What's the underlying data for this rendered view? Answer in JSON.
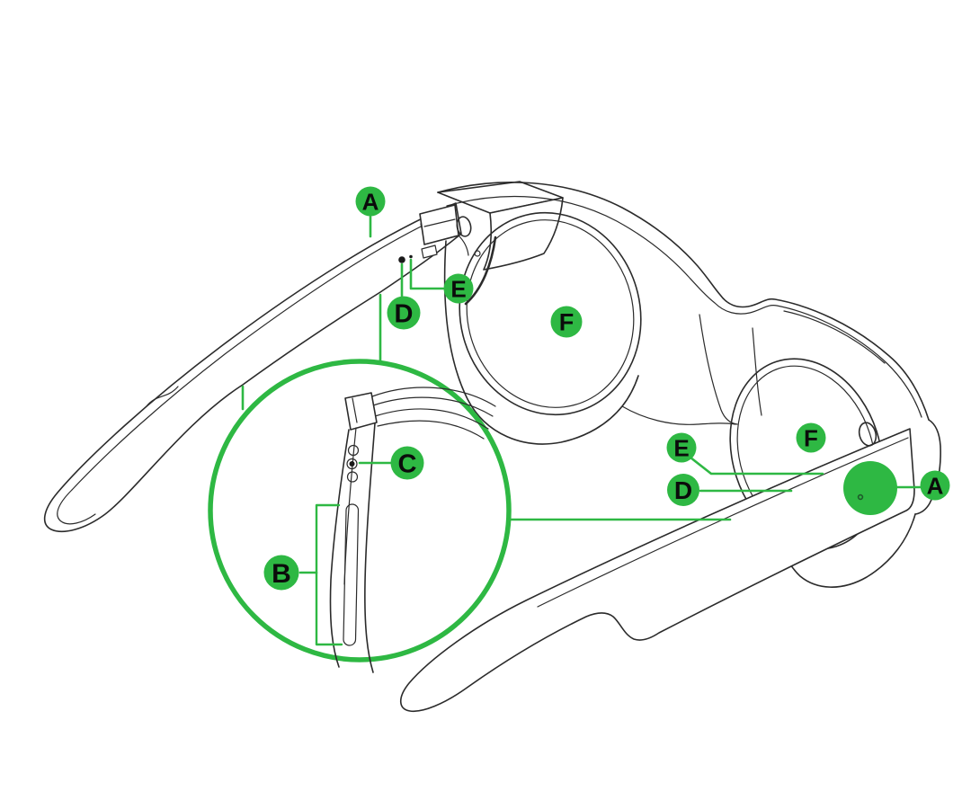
{
  "figure": {
    "type": "product-callout-diagram",
    "subject": "Smart glasses line drawing with lettered feature callouts and magnified temple detail",
    "callouts": {
      "a1": "A",
      "d1": "D",
      "e1": "E",
      "f1": "F",
      "c": "C",
      "b": "B",
      "e2": "E",
      "d2": "D",
      "f2": "F",
      "a2": "A"
    },
    "colors": {
      "accent_green": "#2eb843",
      "line": "#2b2b2b",
      "background": "#ffffff",
      "label_text": "#0b0b0b"
    }
  }
}
